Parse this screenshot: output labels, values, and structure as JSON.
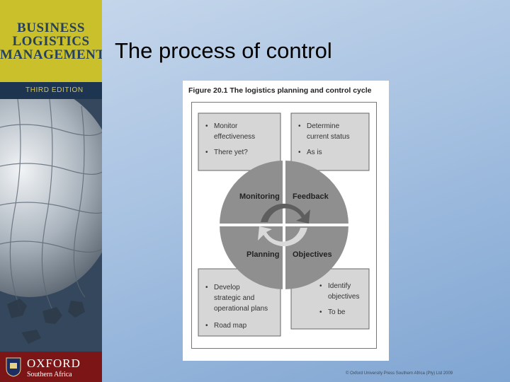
{
  "cover": {
    "title_lines": [
      "BUSINESS",
      "LOGISTICS",
      "MANAGEMENT"
    ],
    "edition": "THIRD EDITION",
    "publisher": "OXFORD",
    "publisher_sub": "Southern Africa"
  },
  "slide": {
    "title": "The process of control"
  },
  "figure": {
    "caption_label": "Figure 20.1",
    "caption_text": "The logistics planning and control cycle",
    "top_left": [
      "Monitor",
      "effectiveness",
      "There yet?"
    ],
    "top_right": [
      "Determine",
      "current status",
      "As is"
    ],
    "bottom_left": [
      "Develop",
      "strategic and",
      "operational plans",
      "Road map"
    ],
    "bottom_right": [
      "Identify",
      "objectives",
      "To be"
    ],
    "quadrants": [
      "Monitoring",
      "Feedback",
      "Planning",
      "Objectives"
    ]
  },
  "footer": {
    "copyright": "© Oxford University Press Southern Africa (Pty) Ltd 2009"
  }
}
